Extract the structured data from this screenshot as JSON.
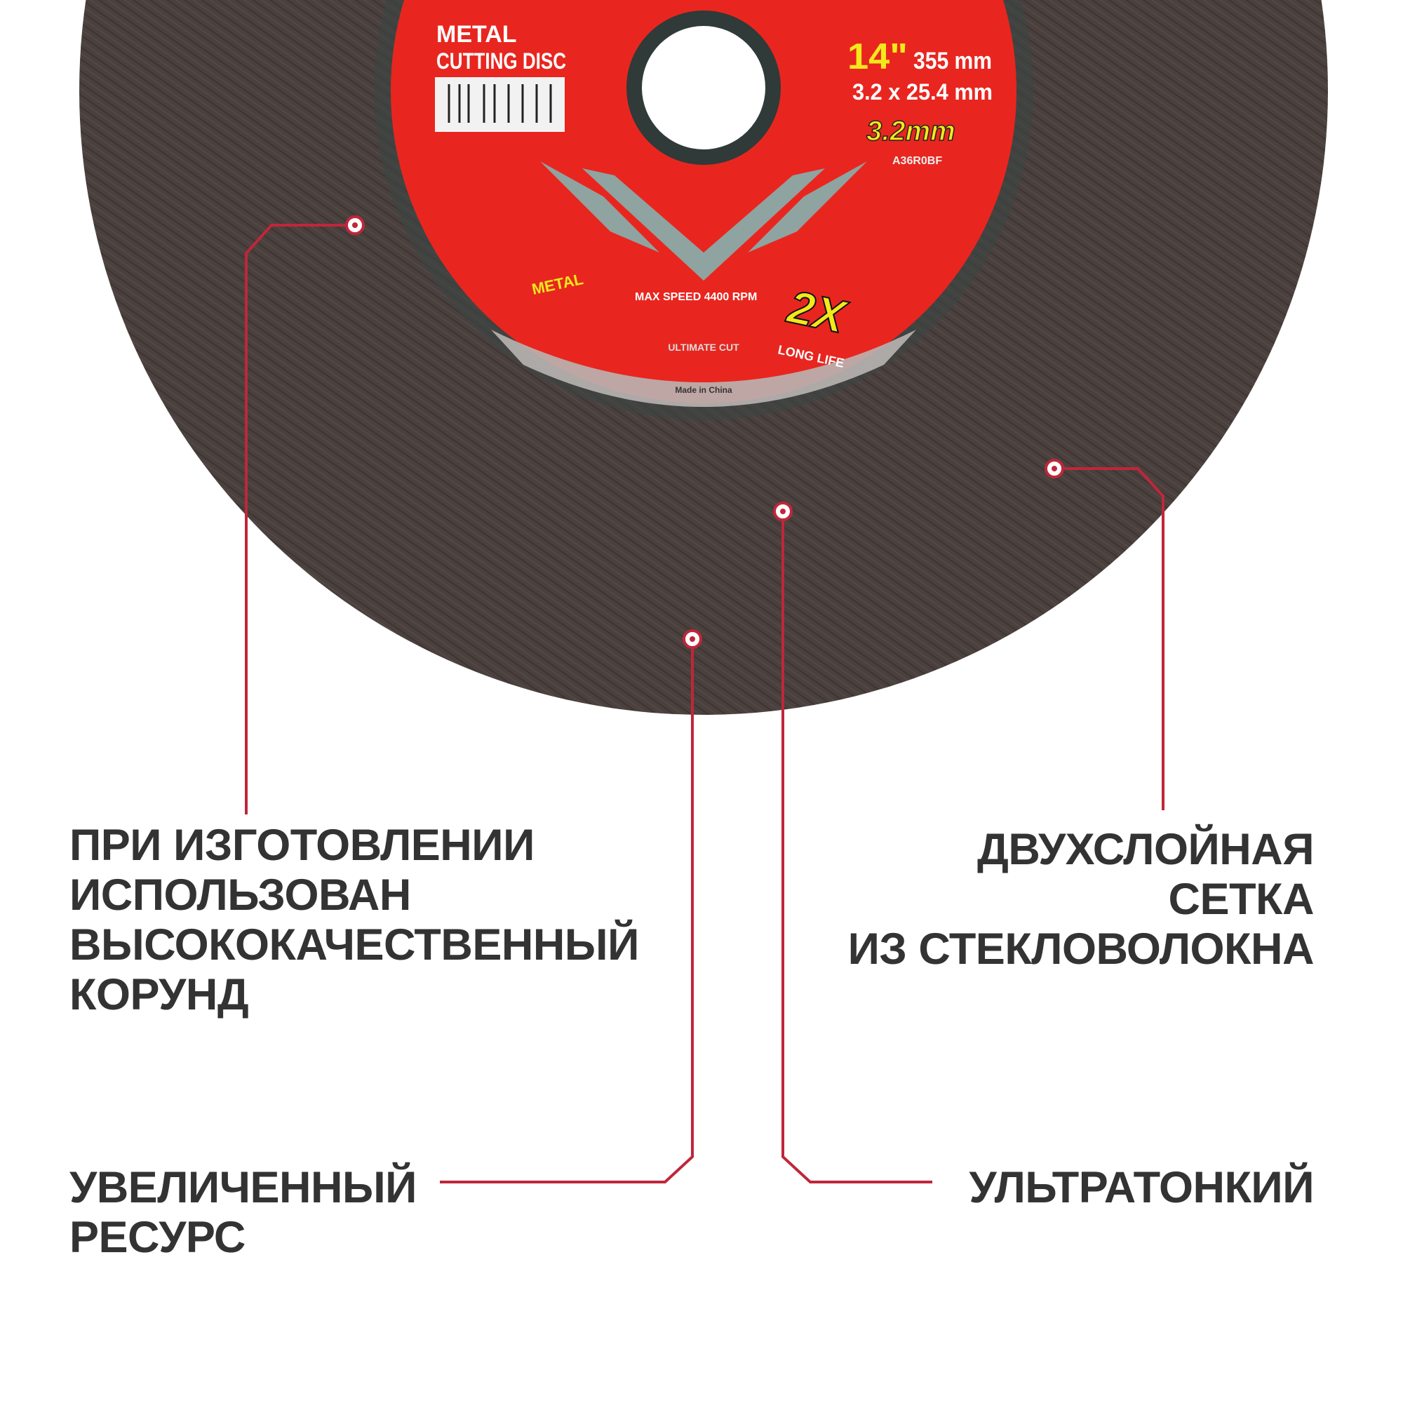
{
  "colors": {
    "accent": "#c0263a",
    "text": "#333333",
    "disc": "#4a403e",
    "label_red": "#e8261f",
    "label_yellow": "#f3e81c"
  },
  "disc_label": {
    "title_line1": "METAL",
    "title_line2": "CUTTING DISC",
    "size_inch": "14\"",
    "size_mm": "355 mm",
    "dimensions": "3.2 x 25.4 mm",
    "thickness": "3.2mm",
    "code": "A36R0BF",
    "max_speed": "MAX SPEED 4400 RPM",
    "badge_big": "2X",
    "badge_small": "LONG LIFE",
    "metal_badge": "METAL",
    "brand": "ULTIMATE CUT",
    "origin": "Made in China"
  },
  "features": {
    "corundum": [
      "ПРИ ИЗГОТОВЛЕНИИ",
      "ИСПОЛЬЗОВАН",
      "ВЫСОКОКАЧЕСТВЕННЫЙ",
      "КОРУНД"
    ],
    "fiberglass": [
      "ДВУХСЛОЙНАЯ",
      "СЕТКА",
      "ИЗ СТЕКЛОВОЛОКНА"
    ],
    "resource": [
      "УВЕЛИЧЕННЫЙ",
      "РЕСУРС"
    ],
    "thin": [
      "УЛЬТРАТОНКИЙ"
    ]
  }
}
